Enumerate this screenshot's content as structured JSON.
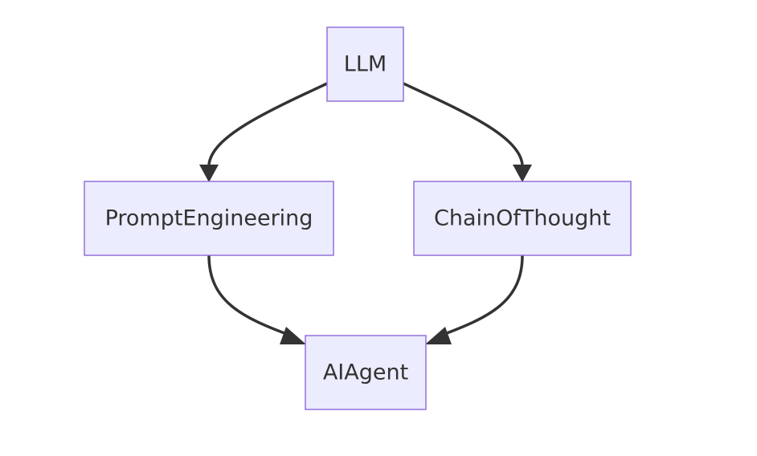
{
  "diagram": {
    "type": "flowchart",
    "direction": "top-down",
    "nodes": [
      {
        "id": "llm",
        "label": "LLM"
      },
      {
        "id": "prompt",
        "label": "PromptEngineering"
      },
      {
        "id": "cot",
        "label": "ChainOfThought"
      },
      {
        "id": "agent",
        "label": "AIAgent"
      }
    ],
    "edges": [
      {
        "from": "llm",
        "to": "prompt"
      },
      {
        "from": "llm",
        "to": "cot"
      },
      {
        "from": "prompt",
        "to": "agent"
      },
      {
        "from": "cot",
        "to": "agent"
      }
    ],
    "colors": {
      "node_fill": "#ECECFF",
      "node_border": "#9370DB",
      "edge": "#333333",
      "text": "#333333"
    }
  }
}
